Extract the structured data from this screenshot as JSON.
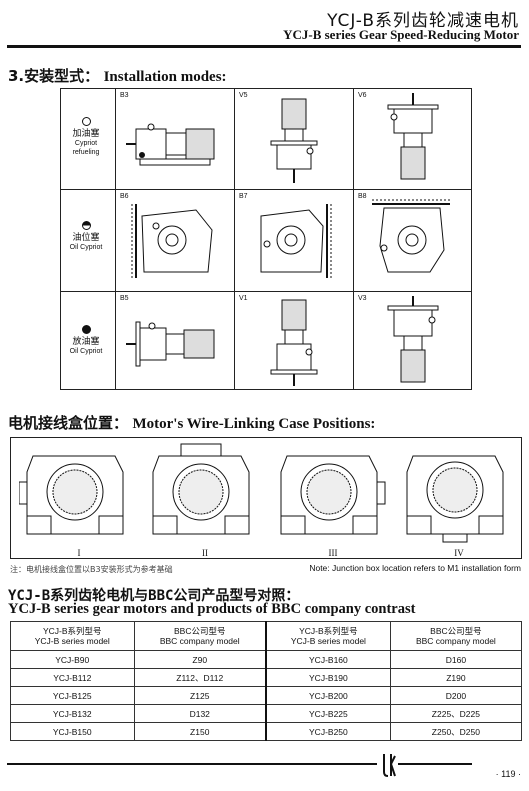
{
  "header": {
    "title_cn": "YCJ-B系列齿轮减速电机",
    "title_en": "YCJ-B series Gear Speed-Reducing Motor"
  },
  "installation": {
    "heading_cn": "3.安装型式：",
    "heading_en": "Installation modes:",
    "legend": [
      {
        "cn": "加油塞",
        "en": "Cypriot refueling",
        "symbol": "open-circle"
      },
      {
        "cn": "油位塞",
        "en": "Oil Cypriot",
        "symbol": "half-circle"
      },
      {
        "cn": "放油塞",
        "en": "Oil Cypriot",
        "symbol": "filled-circle"
      }
    ],
    "modes": [
      [
        "B3",
        "V5",
        "V6"
      ],
      [
        "B6",
        "B7",
        "B8"
      ],
      [
        "B5",
        "V1",
        "V3"
      ]
    ]
  },
  "wire": {
    "heading_cn": "电机接线盒位置：",
    "heading_en": "Motor's Wire-Linking Case Positions:",
    "positions": [
      "I",
      "II",
      "III",
      "IV"
    ],
    "note_cn": "注：电机接线盒位置以B3安装形式为参考基础",
    "note_en": "Note: Junction box location refers to M1 installation form"
  },
  "comparison": {
    "heading_cn": "YCJ-B系列齿轮电机与BBC公司产品型号对照：",
    "heading_en": "YCJ-B series gear motors and products of BBC company contrast",
    "headers": [
      [
        "YCJ-B系列型号",
        "YCJ-B series model"
      ],
      [
        "BBC公司型号",
        "BBC company model"
      ],
      [
        "YCJ-B系列型号",
        "YCJ-B series model"
      ],
      [
        "BBC公司型号",
        "BBC company model"
      ]
    ],
    "rows": [
      [
        "YCJ-B90",
        "Z90",
        "YCJ-B160",
        "D160"
      ],
      [
        "YCJ-B112",
        "Z112、D112",
        "YCJ-B190",
        "Z190"
      ],
      [
        "YCJ-B125",
        "Z125",
        "YCJ-B200",
        "D200"
      ],
      [
        "YCJ-B132",
        "D132",
        "YCJ-B225",
        "Z225、D225"
      ],
      [
        "YCJ-B150",
        "Z150",
        "YCJ-B250",
        "Z250、D250"
      ]
    ]
  },
  "footer": {
    "page": "· 119 ·"
  }
}
